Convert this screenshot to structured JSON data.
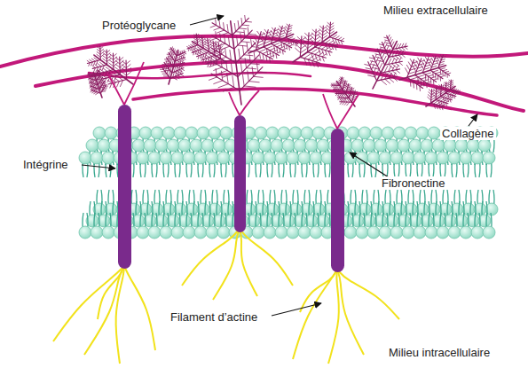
{
  "diagram": {
    "labels": [
      "Milieu extracellulaire",
      "Protéoglycane",
      "Collagène",
      "Intégrine",
      "Fibronectine",
      "Filament d’actine",
      "Milieu intracellulaire"
    ]
  }
}
